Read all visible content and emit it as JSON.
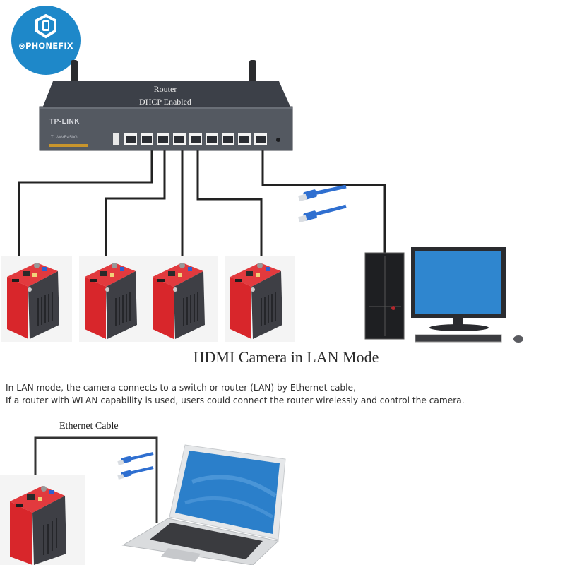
{
  "logo": {
    "brand": "PHONEFIX",
    "icon": "phone-wrench-icon",
    "color": "#1e88c9"
  },
  "router": {
    "title": "Router",
    "subtitle": "DHCP Enabled",
    "brand": "TP-LINK",
    "model": "TL-WVR450G",
    "port_count": 9,
    "body_color": "#4a4f57"
  },
  "cameras_top": {
    "count": 4,
    "body_color": "#e0262b",
    "heatsink_color": "#3d3e44"
  },
  "computer": {
    "screen_color": "#2f86cf"
  },
  "ethernet_cable_icon": "ethernet-cable-icon",
  "main_caption": "HDMI Camera in LAN Mode",
  "description": [
    "In LAN mode, the camera connects to a switch or router (LAN) by Ethernet cable,",
    "If a router with WLAN capability is used, users could connect the router wirelessly and control the camera."
  ],
  "bottom_diagram": {
    "label": "Ethernet Cable",
    "laptop_screen_color": "#2b7fca"
  },
  "line_color": "#222222"
}
